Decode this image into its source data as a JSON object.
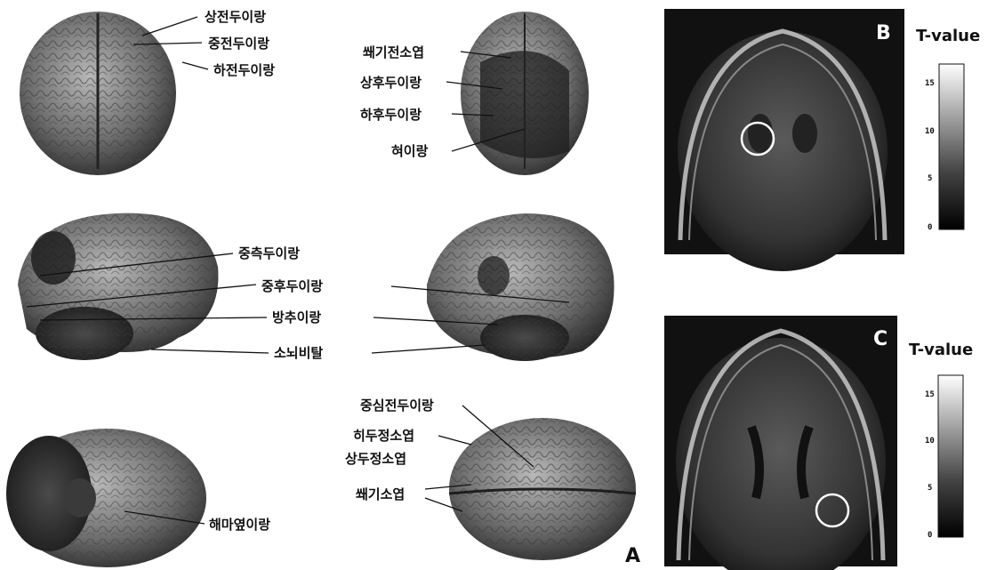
{
  "panels": {
    "A": {
      "letter": "A",
      "labels": [
        "상전두이랑",
        "중전두이랑",
        "하전두이랑",
        "쐐기전소엽",
        "상후두이랑",
        "하후두이랑",
        "혀이랑",
        "중측두이랑",
        "중후두이랑",
        "방추이랑",
        "소뇌비탈",
        "중심전두이랑",
        "히두정소엽",
        "상두정소엽",
        "쐐기소엽",
        "해마옆이랑"
      ]
    },
    "B": {
      "letter": "B",
      "colorbar_title": "T-value",
      "ticks": [
        "15",
        "10",
        "5",
        "0"
      ]
    },
    "C": {
      "letter": "C",
      "colorbar_title": "T-value",
      "ticks": [
        "15",
        "10",
        "5",
        "0"
      ]
    }
  }
}
